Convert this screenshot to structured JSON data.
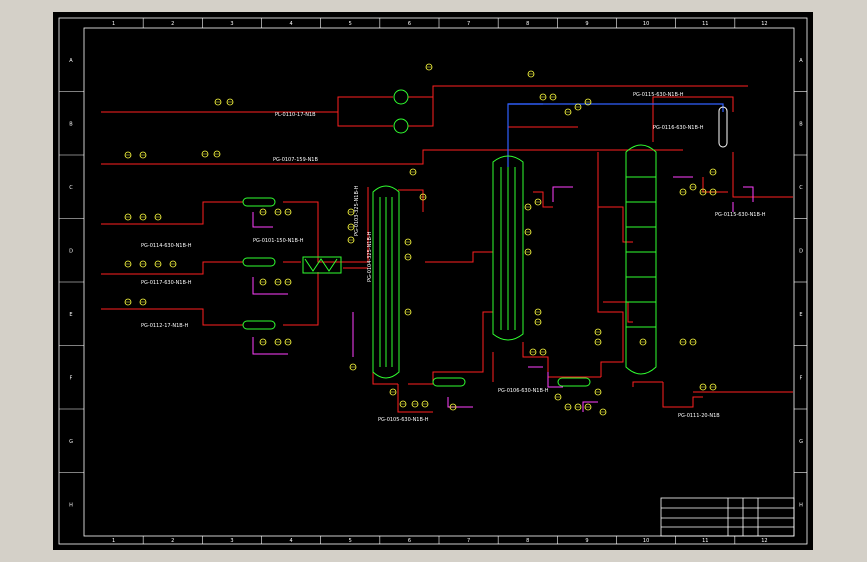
{
  "sheet": {
    "columns": [
      "1",
      "2",
      "3",
      "4",
      "5",
      "6",
      "7",
      "8",
      "9",
      "10",
      "11",
      "12"
    ],
    "rows": [
      "A",
      "B",
      "C",
      "D",
      "E",
      "F",
      "G",
      "H"
    ]
  },
  "colors": {
    "pipe": "#ff2020",
    "utility": "#ff40ff",
    "overhead": "#3060ff",
    "equipment": "#30ff30",
    "instrument": "#ffff40",
    "text": "#ffffff",
    "border": "#ffffff"
  },
  "streams": {
    "left_inlets": [
      "",
      "",
      "",
      "",
      ""
    ],
    "right_outlets": [
      "",
      ""
    ]
  },
  "line_labels": [
    "PL-0110-17-N1B",
    "PG-0107-159-N1B",
    "PG-0114-630-N1B-H",
    "PG-0117-630-N1B-H",
    "PG-0112-17-N1B-H",
    "PG-0101-150-N1B-H",
    "PG-0103-325-N1B-H",
    "PG-0104-325-N1B-H",
    "PG-0105-630-N1B-H",
    "PG-0115-630-N1B-H",
    "PG-0116-630-N1B-H",
    "PG-0115-630-N1B-H",
    "PG-0106-630-N1B-H",
    "PG-0111-20-N1B"
  ],
  "equipment_tags": [
    {
      "code": "",
      "desc": ""
    },
    {
      "code": "",
      "desc": ""
    },
    {
      "code": "",
      "desc": ""
    },
    {
      "code": "",
      "desc": ""
    },
    {
      "code": "",
      "desc": "",
      "sub": ""
    },
    {
      "code": "",
      "desc": ""
    },
    {
      "code": "",
      "desc": "",
      "sub": ""
    },
    {
      "code": "",
      "desc": ""
    },
    {
      "code": "",
      "desc": ""
    },
    {
      "code": "",
      "desc": ""
    },
    {
      "code": "",
      "desc": ""
    }
  ],
  "title_block": {
    "title": "",
    "cells": [
      "",
      "",
      "",
      "",
      "",
      ""
    ]
  }
}
